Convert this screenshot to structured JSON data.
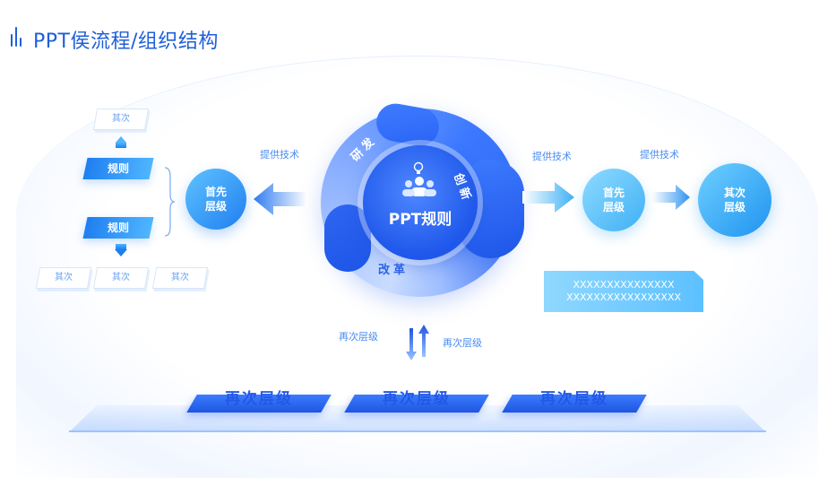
{
  "header": {
    "title": "PPT侯流程/组织结构"
  },
  "center": {
    "title": "PPT规则",
    "segments": {
      "top": "研发",
      "right": "创新",
      "bottom": "改革"
    }
  },
  "left_circle": {
    "label": "首先层级"
  },
  "right_circles": [
    {
      "label": "首先层级"
    },
    {
      "label": "其次层级"
    }
  ],
  "tech_labels": {
    "left": "提供技术",
    "right1": "提供技术",
    "right2": "提供技术"
  },
  "left_column": {
    "top_box": "其次",
    "rule1": "规则",
    "rule2": "规则",
    "bottom_boxes": [
      "其次",
      "其次",
      "其次"
    ]
  },
  "info_box": {
    "line1": "XXXXXXXXXXXXXXX",
    "line2": "XXXXXXXXXXXXXXXXX"
  },
  "swap_labels": {
    "left": "再次层级",
    "right": "再次层级"
  },
  "levels": [
    "再次层级",
    "再次层级",
    "再次层级"
  ],
  "colors": {
    "primary": "#1f5fd9",
    "accent": "#3a7cff",
    "light": "#8fd8ff"
  }
}
